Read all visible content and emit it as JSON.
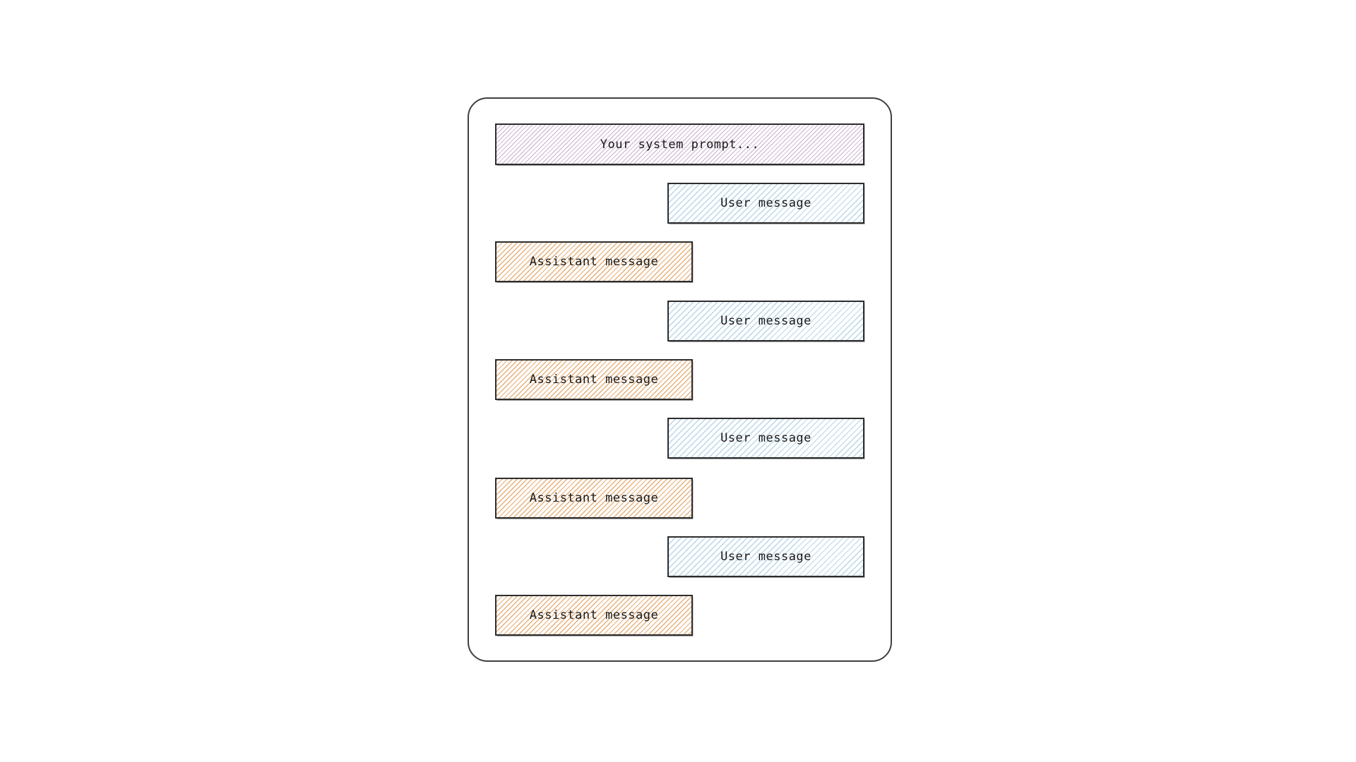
{
  "colors": {
    "frame_border": "#404040",
    "box_border": "#2d2d2d",
    "text": "#1a1a1a",
    "system_hatch": "#d6bfda",
    "user_hatch": "#b9d6e8",
    "assistant_hatch": "#e6b07a",
    "background": "#ffffff"
  },
  "diagram": {
    "system_prompt_label": "Your system prompt...",
    "messages": [
      {
        "role": "user",
        "label": "User message"
      },
      {
        "role": "assistant",
        "label": "Assistant message"
      },
      {
        "role": "user",
        "label": "User message"
      },
      {
        "role": "assistant",
        "label": "Assistant message"
      },
      {
        "role": "user",
        "label": "User message"
      },
      {
        "role": "assistant",
        "label": "Assistant message"
      },
      {
        "role": "user",
        "label": "User message"
      },
      {
        "role": "assistant",
        "label": "Assistant message"
      }
    ]
  }
}
